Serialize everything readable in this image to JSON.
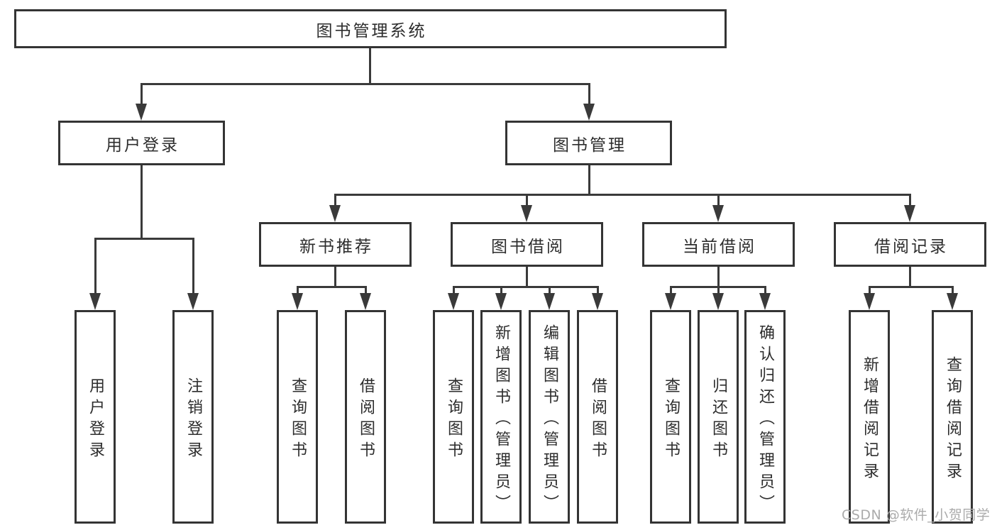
{
  "diagram": {
    "root": {
      "label": "图书管理系统"
    },
    "branches": [
      {
        "label": "用户登录",
        "children": [
          {
            "label": "用户登录"
          },
          {
            "label": "注销登录"
          }
        ]
      },
      {
        "label": "图书管理",
        "children": [
          {
            "label": "新书推荐",
            "children": [
              {
                "label": "查询图书"
              },
              {
                "label": "借阅图书"
              }
            ]
          },
          {
            "label": "图书借阅",
            "children": [
              {
                "label": "查询图书"
              },
              {
                "label": "新增图书（管理员）"
              },
              {
                "label": "编辑图书（管理员）"
              },
              {
                "label": "借阅图书"
              }
            ]
          },
          {
            "label": "当前借阅",
            "children": [
              {
                "label": "查询图书"
              },
              {
                "label": "归还图书"
              },
              {
                "label": "确认归还（管理员）"
              }
            ]
          },
          {
            "label": "借阅记录",
            "children": [
              {
                "label": "新增借阅记录"
              },
              {
                "label": "查询借阅记录"
              }
            ]
          }
        ]
      }
    ]
  },
  "watermark": {
    "text": "CSDN @软件_小贺同学"
  },
  "colors": {
    "bg": "#ffffff",
    "line": "#3a3a3a",
    "border": "#343434",
    "text": "#2d2d2d",
    "watermark": "#ababab"
  }
}
